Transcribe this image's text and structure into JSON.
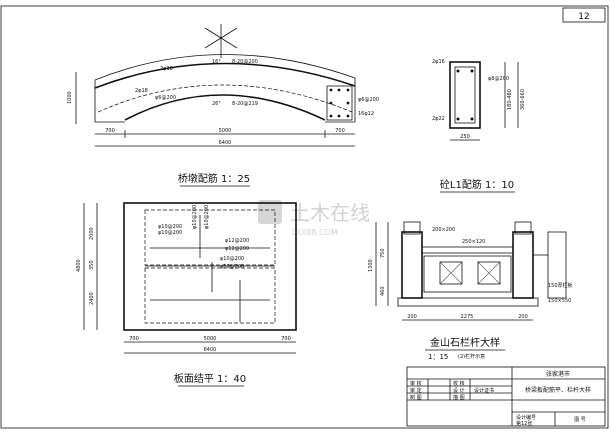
{
  "sheet": {
    "page_no": "12"
  },
  "watermark": {
    "text": "土木在线",
    "sub": "COI88.COM"
  },
  "arch": {
    "title": "桥墩配筋 1：25",
    "angle_top": "16°",
    "bar_top": "8-20@200",
    "angle_bottom": "26°",
    "bar_bottom": "8-20@219",
    "tag_top": "2φ18",
    "tag_mid": "2φ18",
    "tag_low": "φ6@200",
    "tag_rb1": "φ6@200",
    "tag_rb2": "16φ12",
    "dim_height": "1000",
    "dim_left": "700",
    "dim_mid": "5000",
    "dim_right": "700",
    "dim_total": "6400"
  },
  "beam": {
    "title": "砼L1配筋 1：10",
    "tag_top": "2φ16",
    "tag_side": "φ8@200",
    "tag_bottom": "2φ22",
    "dim_h": "180-480",
    "dim_h2": "360-660",
    "dim_w": "250"
  },
  "slab": {
    "title": "板面结平 1：40",
    "tags": [
      "φ10@200",
      "φ10@200",
      "φ12@200",
      "φ12@200",
      "φ10@200",
      "φ10@200",
      "φ10@200",
      "φ10@200"
    ],
    "dim_total_h": "4800",
    "dim_top": "2000",
    "dim_mid": "350",
    "dim_bot": "2400",
    "dim_left": "700",
    "dim_mid_w": "5000",
    "dim_right": "700",
    "dim_total_w": "6400"
  },
  "rail": {
    "title": "金山石栏杆大样",
    "scale": "1：15",
    "note": "(2)栏杆示意",
    "tag_post": "200×200",
    "tag_beam": "250×120",
    "tag_cap": "150厚栏板",
    "tag_base": "150×550",
    "dim_h": "1300",
    "dim_h1": "750",
    "dim_h2": "460",
    "dim_w1": "200",
    "dim_w2": "2275",
    "dim_w3": "200"
  },
  "titleblock": {
    "company": "张家港市",
    "project": "桥梁板配筋平、栏杆大样",
    "rows": [
      [
        "审 核",
        "",
        "校 核"
      ],
      [
        "审 定",
        "",
        "设 计"
      ],
      [
        "制 图",
        "",
        "描 图"
      ]
    ],
    "stamp": "设计证书",
    "drawing_no_label": "图  号",
    "code": "设计编号",
    "sheet": "第12张"
  }
}
